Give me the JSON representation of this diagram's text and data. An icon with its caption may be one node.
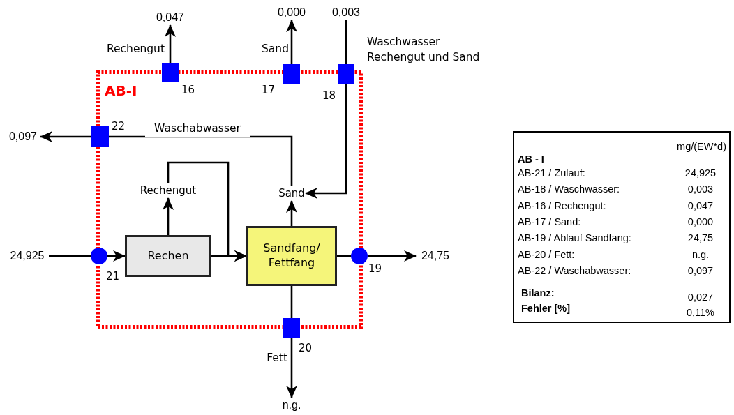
{
  "diagram": {
    "nodes": [
      {
        "text": [
          "AB-I"
        ]
      },
      {
        "text": [
          "0,047"
        ]
      },
      {
        "text": [
          "0,000"
        ]
      },
      {
        "text": [
          "0,003"
        ]
      },
      {
        "text": [],
        "shape": "box",
        "beside": [
          "16"
        ]
      },
      {
        "text": [],
        "shape": "box",
        "beside": [
          "17"
        ]
      },
      {
        "text": [],
        "shape": "box",
        "beside": [
          "18"
        ]
      },
      {
        "text": [
          "0,097"
        ]
      },
      {
        "text": [],
        "shape": "box",
        "beside": [
          "22"
        ]
      },
      {
        "text": [
          "Rechengut"
        ],
        "in": 0
      },
      {
        "text": [
          "Sand"
        ],
        "in": 0
      },
      {
        "text": [
          "24,925"
        ]
      },
      {
        "text": [],
        "shape": "circle",
        "beside": [
          "21"
        ]
      },
      {
        "text": [
          "Rechen"
        ],
        "in": 0
      },
      {
        "text": [
          "Sandfang/ Fettfang"
        ],
        "in": 0
      },
      {
        "text": [],
        "shape": "circle",
        "beside": [
          "19"
        ]
      },
      {
        "text": [
          "24,75"
        ]
      },
      {
        "text": [],
        "shape": "box",
        "beside": [
          "20"
        ]
      },
      {
        "text": [
          "n.g."
        ]
      },
      {
        "text": [
          "mg/(EW*d)",
          "AB - I",
          "AB-21 / Zulauf:",
          "24,925",
          "AB-18 / Waschwasser:",
          "0,003",
          "AB-16 / Rechengut:",
          "0,047",
          "AB-17 / Sand:",
          "0,000",
          "AB-19 / Ablauf Sandfang:",
          "24,75",
          "AB-20 / Fett:",
          "n.g.",
          "AB-22 / Waschabwasser:",
          "0,097",
          "Bilanz:",
          "0,027",
          "Fehler [%]",
          "0,11%"
        ]
      }
    ],
    "edges": [
      {
        "from": 4,
        "to": 1,
        "arrow": "to",
        "label": "Rechengut"
      },
      {
        "from": 5,
        "to": 2,
        "arrow": "to",
        "label": "Sand"
      },
      {
        "from": 3,
        "to": 6,
        "arrow": "none",
        "label": "Waschwasser Rechengut und Sand"
      },
      {
        "from": 6,
        "to": 10,
        "arrow": "to"
      },
      {
        "from": 10,
        "to": 8,
        "arrow": "none",
        "label": "Waschabwasser"
      },
      {
        "from": 8,
        "to": 7,
        "arrow": "to"
      },
      {
        "from": 11,
        "to": 12,
        "arrow": "none"
      },
      {
        "from": 12,
        "to": 13,
        "arrow": "to"
      },
      {
        "from": 13,
        "to": 9,
        "arrow": "to"
      },
      {
        "from": 9,
        "to": 14,
        "arrow": "to"
      },
      {
        "from": 13,
        "to": 14,
        "arrow": "to"
      },
      {
        "from": 14,
        "to": 10,
        "arrow": "to"
      },
      {
        "from": 14,
        "to": 15,
        "arrow": "none"
      },
      {
        "from": 15,
        "to": 16,
        "arrow": "to"
      },
      {
        "from": 14,
        "to": 17,
        "arrow": "none"
      },
      {
        "from": 17,
        "to": 18,
        "arrow": "to",
        "label": "Fett"
      }
    ]
  }
}
